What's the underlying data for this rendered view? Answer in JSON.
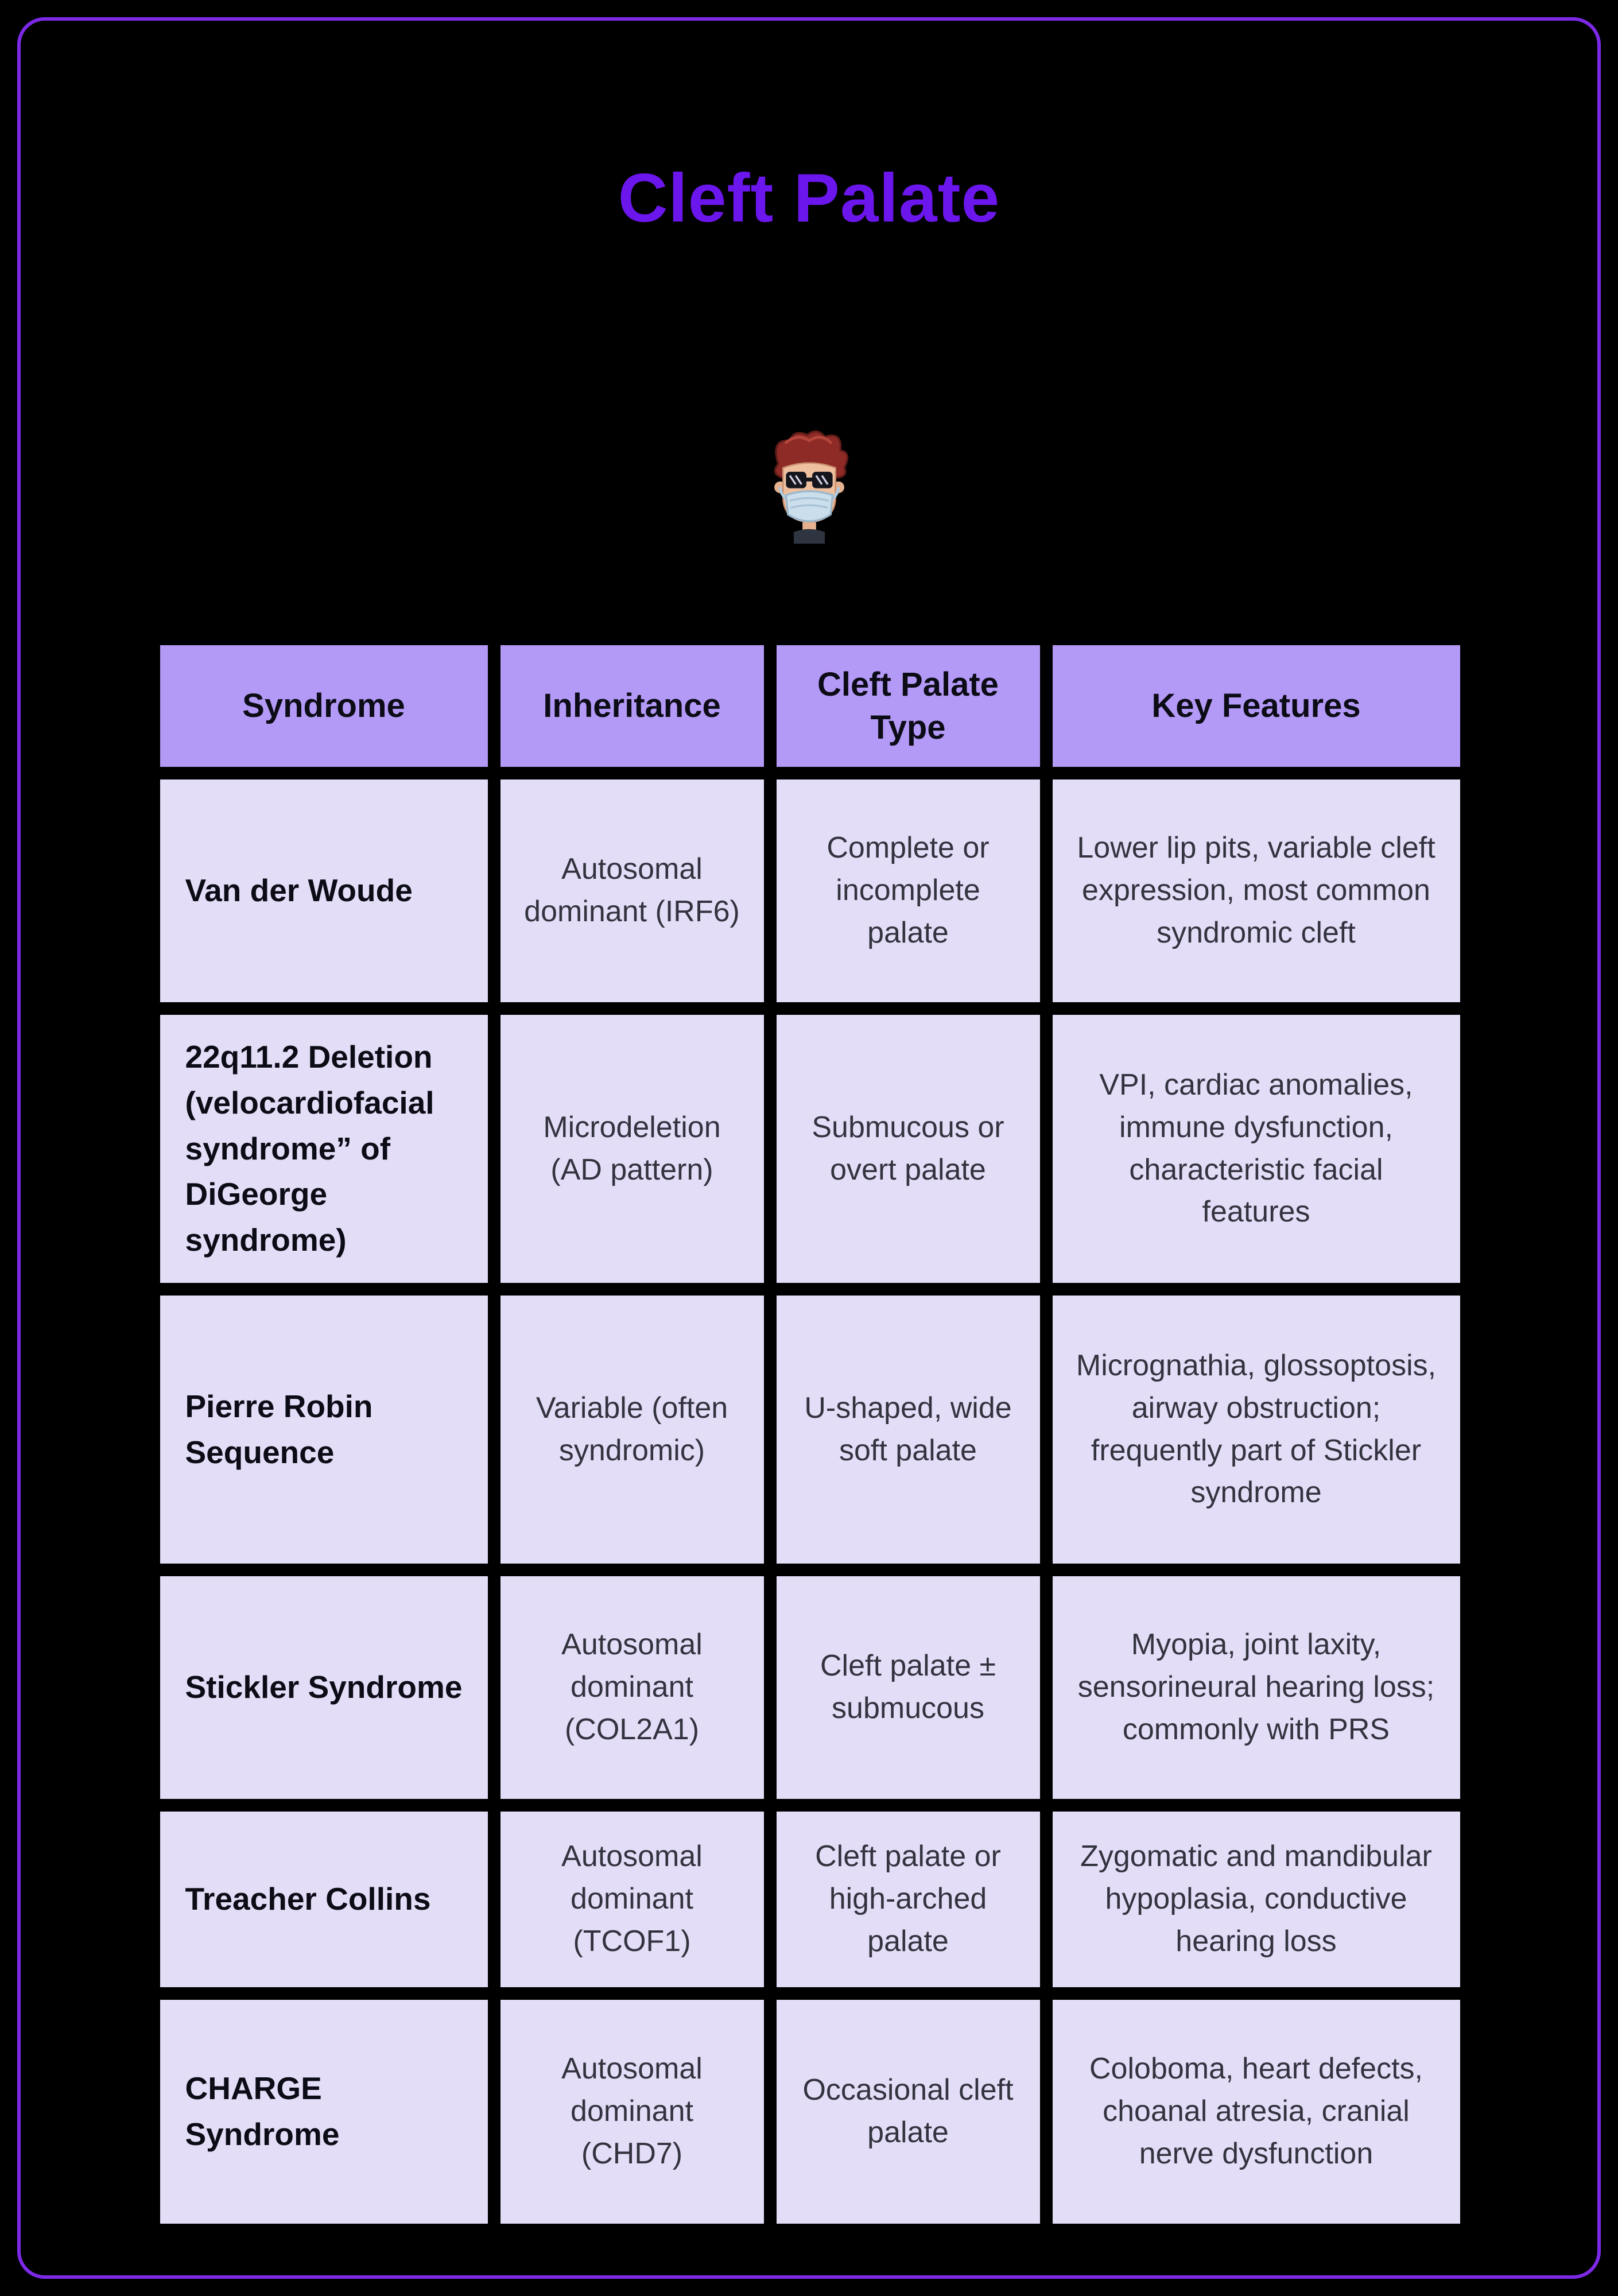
{
  "page": {
    "title": "Cleft Palate"
  },
  "colors": {
    "accent": "#6B16EC",
    "frame_border": "#7D2AE8",
    "header_bg": "#B49AF7",
    "cell_bg": "#E4DDF7"
  },
  "table": {
    "headers": [
      "Syndrome",
      "Inheritance",
      "Cleft Palate Type",
      "Key Features"
    ],
    "rows": [
      {
        "syndrome": "Van der Woude",
        "inheritance": "Autosomal dominant (IRF6)",
        "cleft_type": "Complete or incomplete palate",
        "key_features": "Lower lip pits, variable cleft expression, most common syndromic cleft"
      },
      {
        "syndrome": "22q11.2 Deletion (velocardiofacial syndrome” of DiGeorge syndrome)",
        "inheritance": "Microdeletion (AD pattern)",
        "cleft_type": "Submucous or overt palate",
        "key_features": "VPI, cardiac anomalies, immune dysfunction, characteristic facial features"
      },
      {
        "syndrome": "Pierre Robin Sequence",
        "inheritance": "Variable (often syndromic)",
        "cleft_type": "U-shaped, wide soft palate",
        "key_features": "Micrognathia, glossoptosis, airway obstruction; frequently part of Stickler syndrome"
      },
      {
        "syndrome": "Stickler Syndrome",
        "inheritance": "Autosomal dominant (COL2A1)",
        "cleft_type": "Cleft palate ± submucous",
        "key_features": "Myopia, joint laxity, sensorineural hearing loss; commonly with PRS"
      },
      {
        "syndrome": "Treacher Collins",
        "inheritance": "Autosomal dominant (TCOF1)",
        "cleft_type": "Cleft palate or high-arched palate",
        "key_features": "Zygomatic and mandibular hypoplasia, conductive hearing loss"
      },
      {
        "syndrome": "CHARGE Syndrome",
        "inheritance": "Autosomal dominant (CHD7)",
        "cleft_type": "Occasional cleft palate",
        "key_features": "Coloboma, heart defects, choanal atresia, cranial nerve dysfunction"
      }
    ]
  }
}
